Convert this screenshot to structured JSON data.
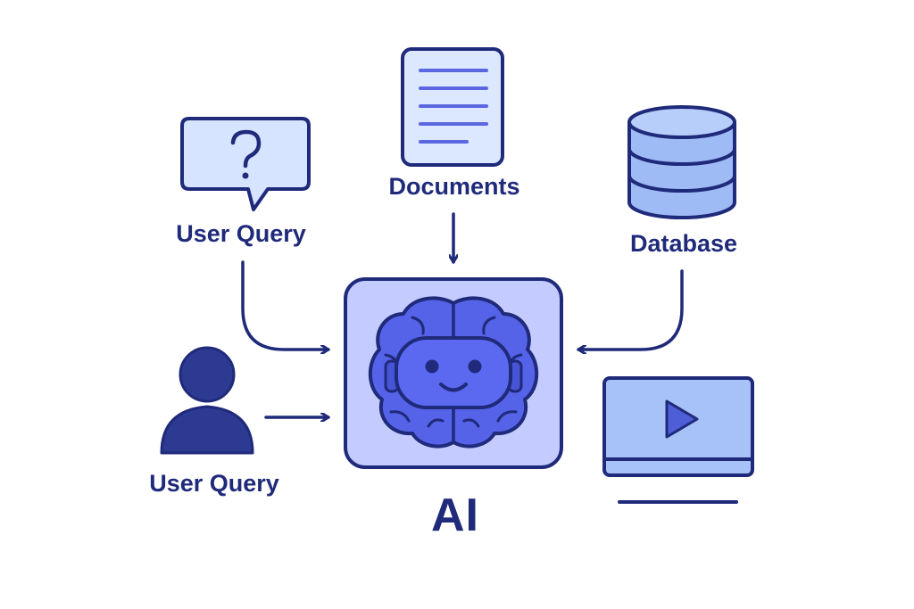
{
  "labels": {
    "documents": "Documents",
    "user_query_top": "User Query",
    "database": "Database",
    "user_query_bottom": "User Query",
    "ai": "AI"
  },
  "icons": {
    "query_bubble": "question-bubble-icon",
    "documents": "document-icon",
    "database": "database-icon",
    "user": "user-icon",
    "ai": "brain-robot-icon",
    "video": "video-player-icon"
  },
  "colors": {
    "stroke": "#1f2a7a",
    "light_fill": "#dbe8ff",
    "panel_fill": "#c3cbff",
    "brain_fill": "#5563e8",
    "db_fill": "#9fbbf6",
    "video_fill": "#a7c2f6"
  }
}
